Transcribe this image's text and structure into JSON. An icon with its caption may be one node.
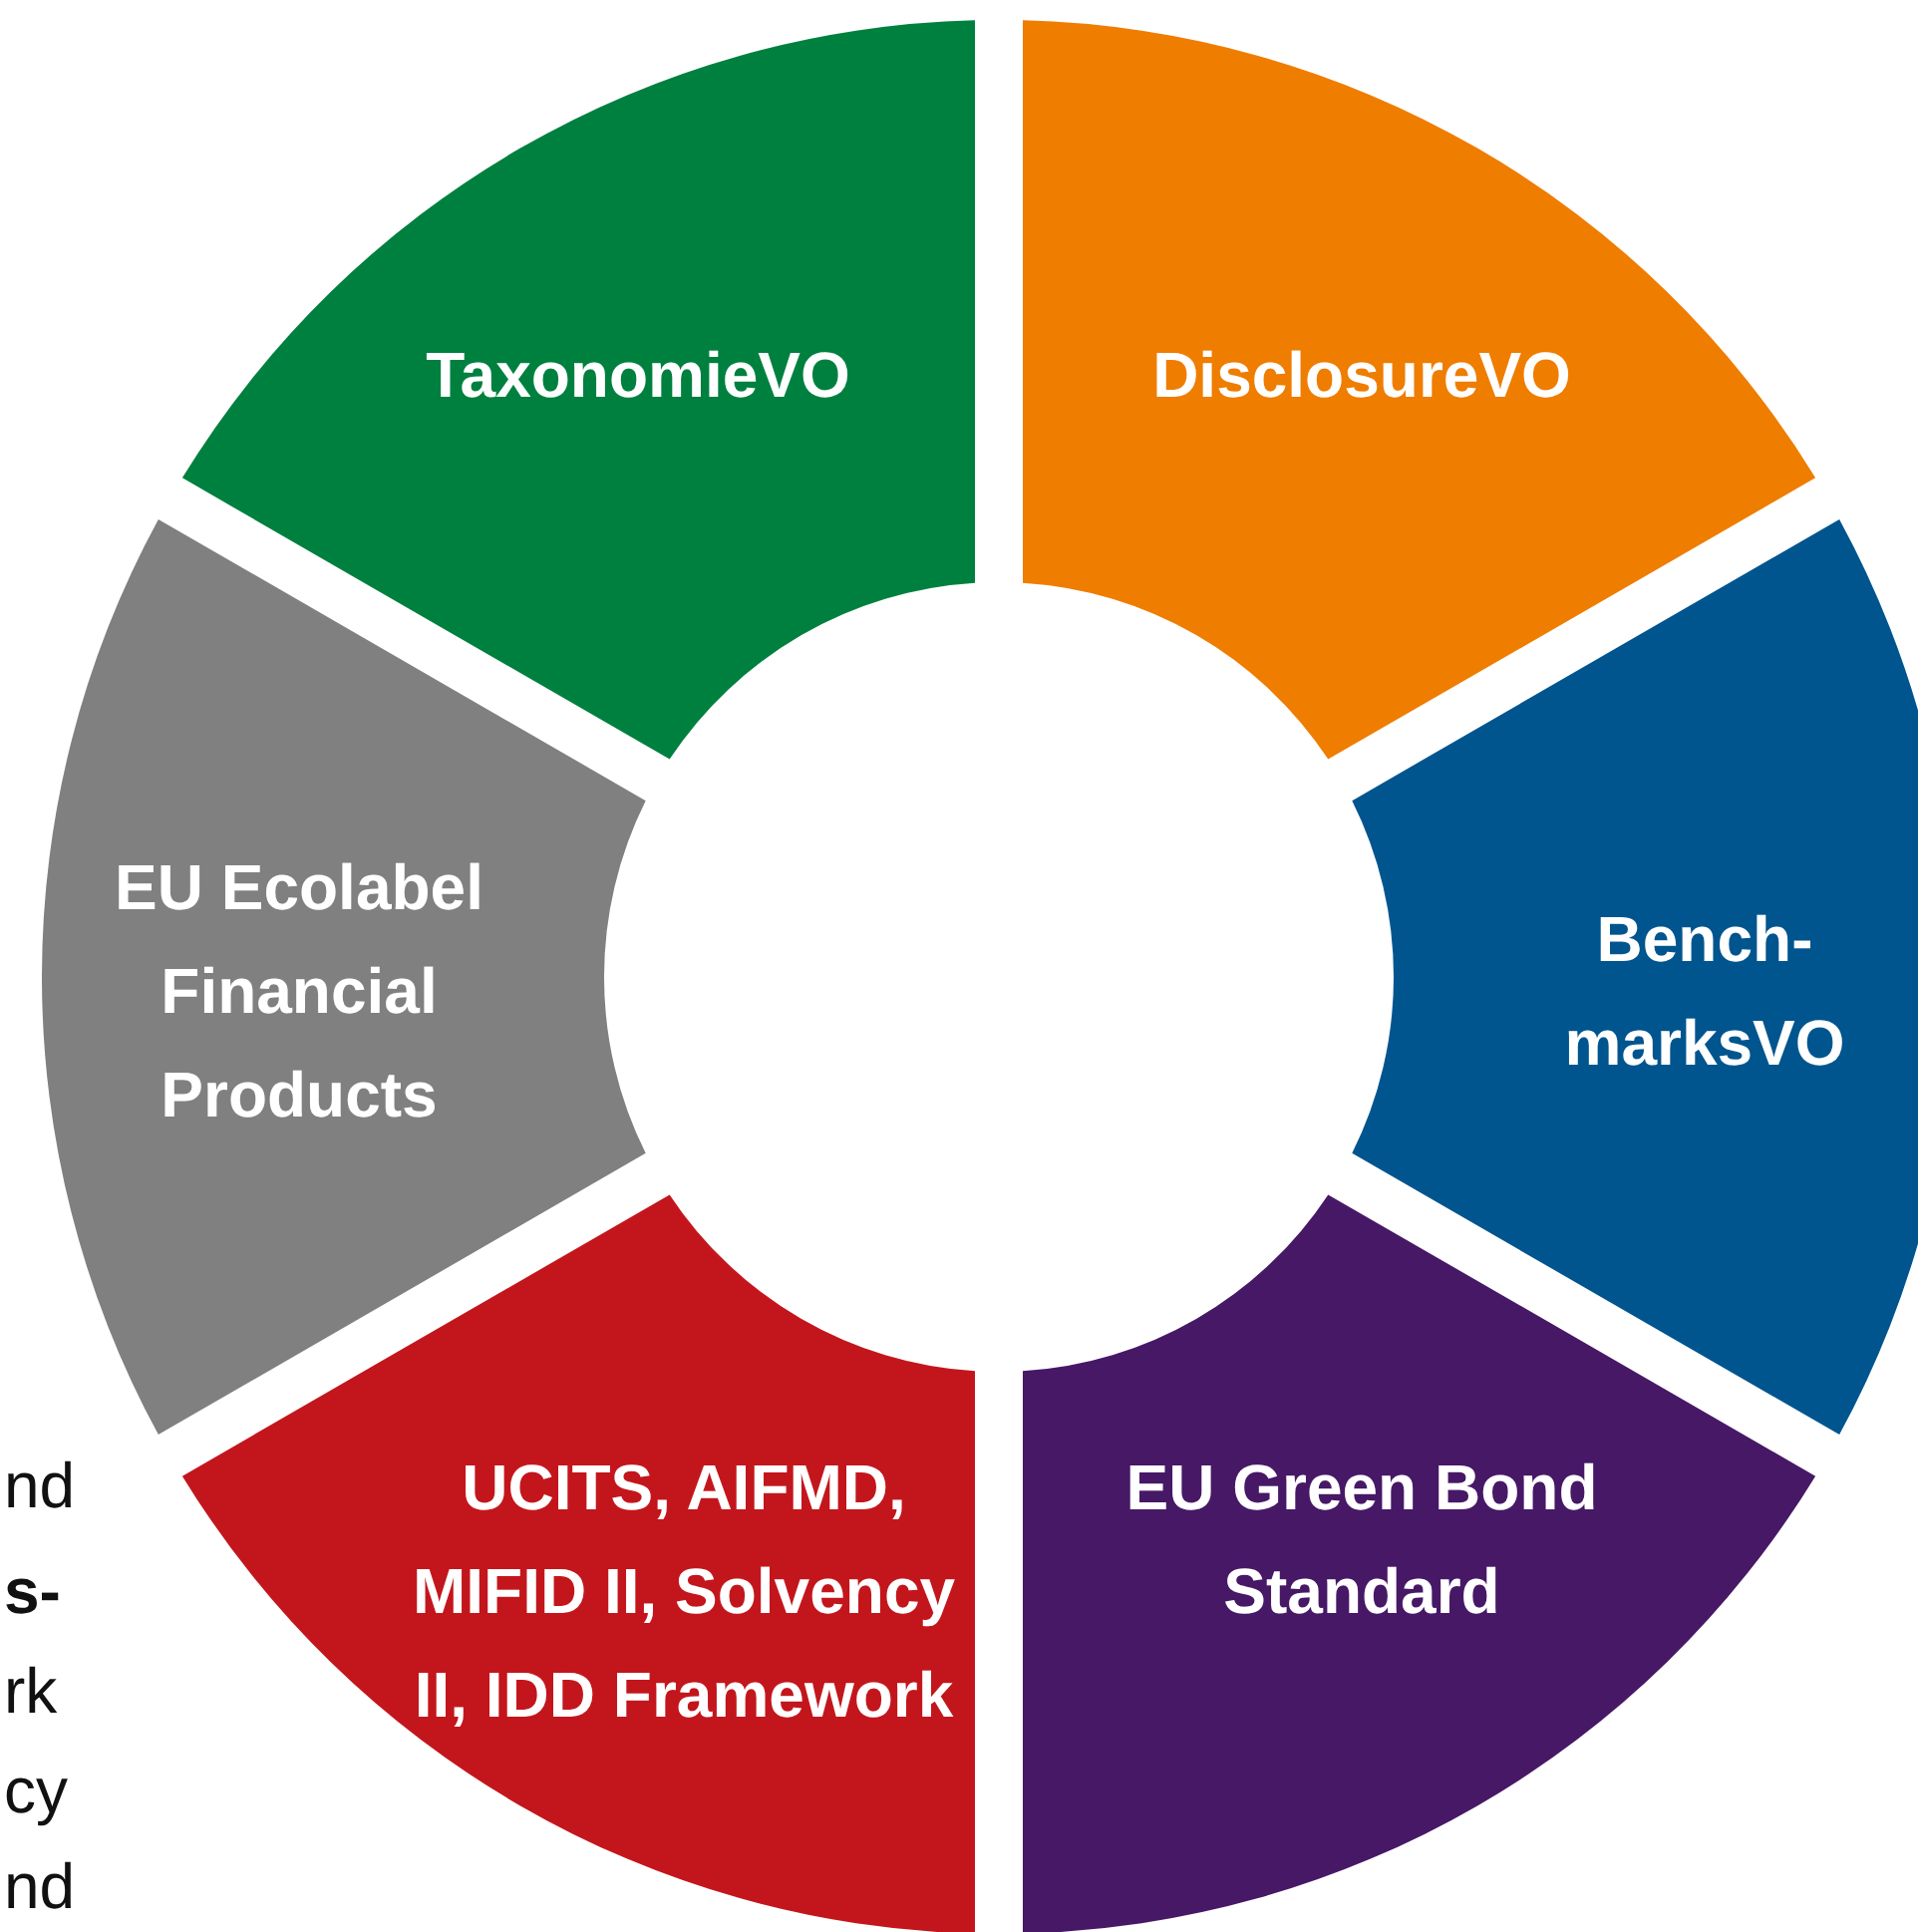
{
  "diagram": {
    "nodes": [
      {
        "text": [
          "TaxonomieVO"
        ]
      },
      {
        "text": [
          "DisclosureVO"
        ]
      },
      {
        "text": [
          "EU Ecolabel Financial Products"
        ]
      },
      {
        "text": [
          "Bench- marksVO"
        ]
      },
      {
        "text": [
          "UCITS, AIFMD, MIFID II, Solvency II, IDD Framework"
        ]
      },
      {
        "text": [
          "EU Green Bond Standard"
        ]
      }
    ],
    "labels": [
      "nd",
      "s-",
      "rk",
      "cy",
      "nd"
    ]
  }
}
